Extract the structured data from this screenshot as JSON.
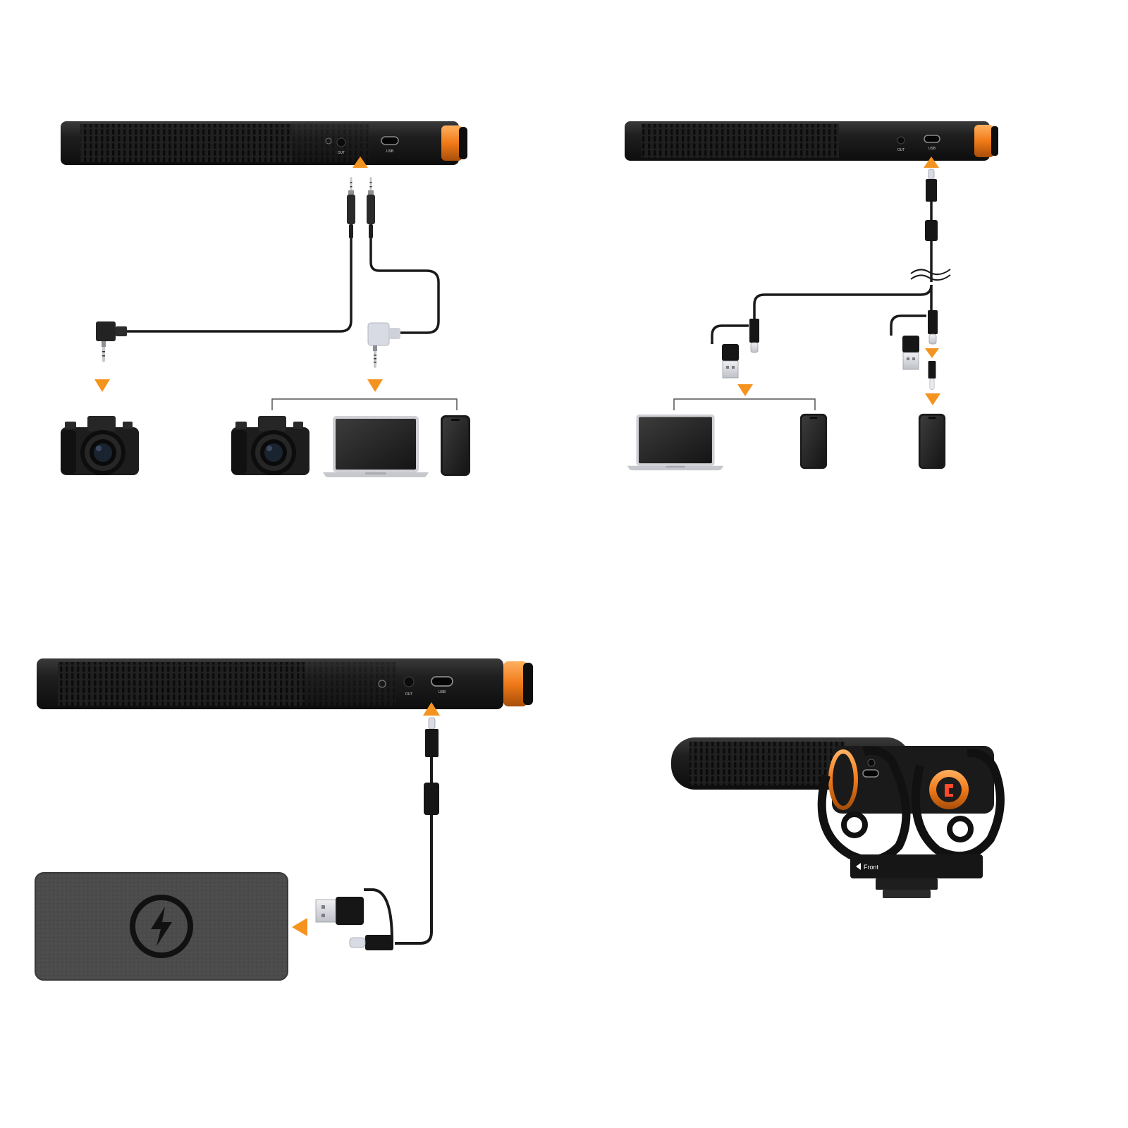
{
  "colors": {
    "accent": "#f5931f",
    "mic_body": "#1c1c1c",
    "cable": "#1a1a1a",
    "bracket_line": "#555555",
    "powerbank": "#4a4a4a",
    "adapter_silver": "#d9dbe4"
  },
  "microphone": {
    "port_labels": {
      "out": "OUT",
      "usb": "USB"
    },
    "mount_label": "Front"
  },
  "diagrams": [
    {
      "id": "trs-output",
      "source_port": "out",
      "cables": [
        "3.5mm-trs-to-trs",
        "3.5mm-trs-to-trrs"
      ],
      "targets": [
        {
          "group": [
            "camera"
          ]
        },
        {
          "group": [
            "camera",
            "laptop",
            "smartphone"
          ]
        }
      ]
    },
    {
      "id": "usb-output",
      "source_port": "usb",
      "cables": [
        "usb-c-splitter"
      ],
      "targets": [
        {
          "group": [
            "laptop",
            "smartphone"
          ]
        },
        {
          "group": [
            "smartphone"
          ]
        }
      ]
    },
    {
      "id": "charging",
      "source_port": "usb",
      "cables": [
        "usb-c-to-usb-a-usb-c"
      ],
      "targets": [
        {
          "group": [
            "power-bank"
          ]
        }
      ]
    }
  ],
  "icons": {
    "power": "lightning-bolt-icon",
    "arrow": "triangle-arrow-icon"
  }
}
